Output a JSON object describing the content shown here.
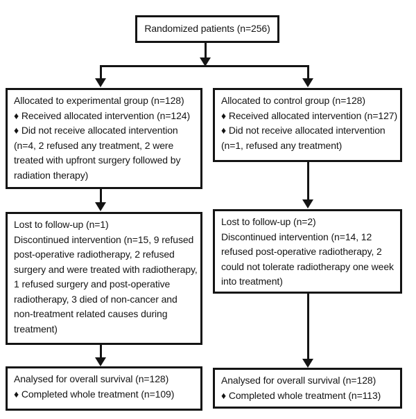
{
  "palette": {
    "ink": "#141414",
    "background": "#ffffff"
  },
  "flowchart": {
    "randomized_box": {
      "text": "Randomized patients (n=256)"
    },
    "experimental": {
      "allocation": "Allocated to experimental group (n=128)\n♦ Received allocated intervention (n=124)\n♦ Did not receive allocated intervention\n(n=4, 2 refused any treatment, 2 were\ntreated with upfront surgery followed by\nradiation therapy)",
      "followup": "Lost to follow-up (n=1)\nDiscontinued intervention (n=15, 9 refused\npost-operative radiotherapy, 2 refused\nsurgery and were treated with radiotherapy,\n1 refused surgery and post-operative\nradiotherapy, 3 died of non-cancer and\nnon-treatment related causes during\ntreatment)",
      "analysis": "Analysed for overall survival (n=128)\n♦ Completed whole treatment (n=109)"
    },
    "control": {
      "allocation": "Allocated to control group (n=128)\n♦ Received allocated intervention (n=127)\n♦ Did not receive allocated intervention\n(n=1, refused any treatment)",
      "followup": "Lost to follow-up (n=2)\nDiscontinued intervention (n=14, 12\nrefused post-operative radiotherapy, 2\ncould not tolerate radiotherapy one week\ninto treatment)",
      "analysis": "Analysed for overall survival (n=128)\n♦ Completed whole treatment (n=113)"
    }
  }
}
